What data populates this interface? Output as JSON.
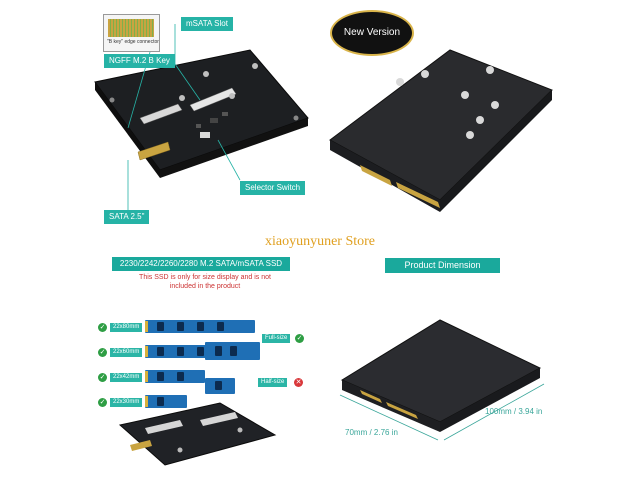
{
  "top_left": {
    "connector_caption": "\"B key\" edge connector",
    "ngff_label": "NGFF M.2 B Key",
    "msata_label": "mSATA  Slot",
    "selector_label": "Selector Switch",
    "sata_label": "SATA  2.5\""
  },
  "top_right": {
    "badge": "New Version"
  },
  "watermark": "xiaoyunyuner Store",
  "bottom_left": {
    "banner": "2230/2242/2260/2280 M.2 SATA/mSATA SSD",
    "note_line1": "This SSD is only for size display and is not",
    "note_line2": "included in the product",
    "sizes": [
      "22x80mm",
      "22x60mm",
      "22x42mm",
      "22x30mm"
    ],
    "full_size": "Full-size",
    "half_size": "Half-size",
    "check_glyph": "✓",
    "cross_glyph": "✕"
  },
  "bottom_right": {
    "banner": "Product Dimension",
    "length": "100mm  / 3.94 in",
    "width": "70mm  / 2.76 in"
  },
  "colors": {
    "teal": "#1aa99c",
    "green": "#2e9e44",
    "red": "#d9383b",
    "gold": "#c9a441"
  }
}
